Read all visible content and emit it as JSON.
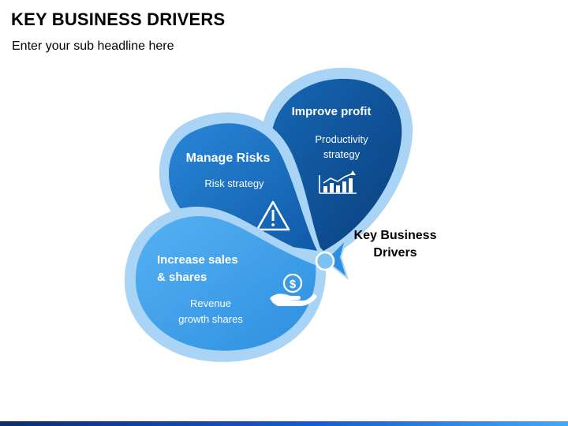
{
  "header": {
    "title": "KEY BUSINESS DRIVERS",
    "subtitle": "Enter your sub headline here"
  },
  "center": {
    "line1": "Key Business",
    "line2": "Drivers"
  },
  "drivers": [
    {
      "title": "Improve profit",
      "desc_line1": "Productivity",
      "desc_line2": "strategy",
      "icon": "growth-chart-icon",
      "color": "#0d4f93"
    },
    {
      "title": "Manage Risks",
      "desc_line1": "Risk strategy",
      "icon": "warning-icon",
      "color": "#1266b8"
    },
    {
      "title_line1": "Increase sales",
      "title_line2": "& shares",
      "desc_line1": "Revenue",
      "desc_line2": "growth shares",
      "icon": "dollar-hand-icon",
      "color": "#3399e6"
    }
  ],
  "colors": {
    "rim": "#a9d4f5",
    "dark_blue": "#0d4f93",
    "mid_blue": "#1266b8",
    "light_blue": "#3399e6"
  }
}
